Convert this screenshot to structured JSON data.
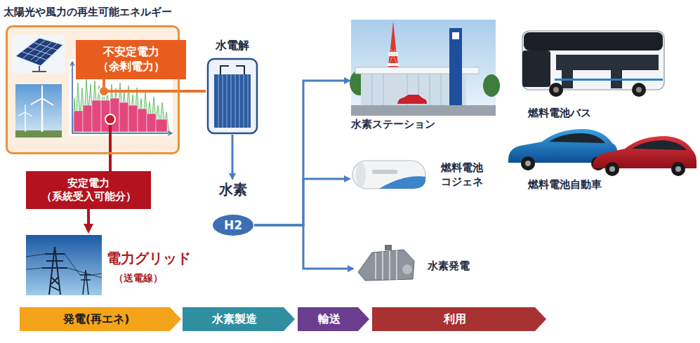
{
  "diagram": {
    "nodes": [
      {
        "text": [
          "太陽光や風力の再生可能エネルギー"
        ]
      },
      {
        "text": [
          "不安定電力 （余剰電力）"
        ],
        "in": 0
      },
      {
        "text": [
          "安定電力 （系統受入可能分）"
        ]
      },
      {
        "text": [
          "水電解"
        ]
      },
      {
        "text": [
          "水素",
          "H2"
        ]
      },
      {
        "text": [
          "電力グリッド",
          "（送電線）"
        ]
      },
      {
        "text": [
          "水素ステーション"
        ]
      },
      {
        "text": [
          "燃料電池 コジェネ"
        ]
      },
      {
        "text": [
          "水素発電"
        ]
      },
      {
        "text": [
          "発電(再エネ)"
        ]
      },
      {
        "text": [
          "水素製造"
        ]
      },
      {
        "text": [
          "輸送"
        ]
      },
      {
        "text": [
          "利用"
        ]
      }
    ],
    "edges": [
      {
        "from": 1,
        "to": 3,
        "arrow": "none"
      },
      {
        "from": 2,
        "to": 5,
        "arrow": "to"
      },
      {
        "from": 3,
        "to": 4,
        "arrow": "to"
      },
      {
        "from": 4,
        "to": 6,
        "arrow": "to"
      },
      {
        "from": 4,
        "to": 7,
        "arrow": "to"
      },
      {
        "from": 4,
        "to": 8,
        "arrow": "to"
      }
    ],
    "labels": [
      "燃料電池バス",
      "燃料電池自動車"
    ]
  }
}
